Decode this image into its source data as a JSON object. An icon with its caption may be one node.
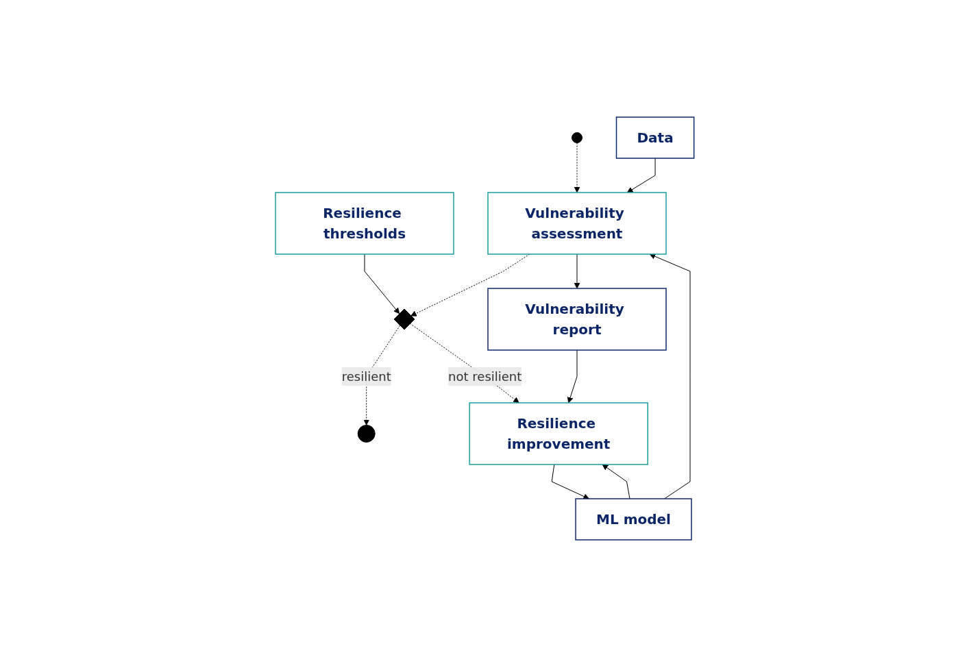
{
  "diagram": {
    "nodes": [
      {
        "text": [],
        "shape": "circle"
      },
      {
        "text": [
          "Resilience thresholds"
        ]
      },
      {
        "text": [
          "Data"
        ]
      },
      {
        "text": [
          "Vulnerability assessment"
        ]
      },
      {
        "text": [],
        "shape": "diamond"
      },
      {
        "text": [],
        "shape": "circle"
      },
      {
        "text": [
          "ML model"
        ]
      },
      {
        "text": [
          "Vulnerability report"
        ]
      },
      {
        "text": [
          "Resilience improvement"
        ]
      }
    ],
    "edges": [
      {
        "from": 0,
        "to": 3,
        "arrow": "to",
        "style": "dashed"
      },
      {
        "from": 2,
        "to": 3,
        "arrow": "to"
      },
      {
        "from": 6,
        "to": 3,
        "arrow": "to"
      },
      {
        "from": 1,
        "to": 4,
        "arrow": "to"
      },
      {
        "from": 3,
        "to": 4,
        "arrow": "to",
        "style": "dashed"
      },
      {
        "from": 4,
        "to": 5,
        "arrow": "to",
        "style": "dashed",
        "label": "resilient"
      },
      {
        "from": 3,
        "to": 7,
        "arrow": "to"
      },
      {
        "from": 4,
        "to": 8,
        "arrow": "to",
        "style": "dashed",
        "label": "not resilient"
      },
      {
        "from": 7,
        "to": 8,
        "arrow": "to"
      },
      {
        "from": 6,
        "to": 8,
        "arrow": "to"
      },
      {
        "from": 8,
        "to": 6,
        "arrow": "to"
      }
    ]
  }
}
